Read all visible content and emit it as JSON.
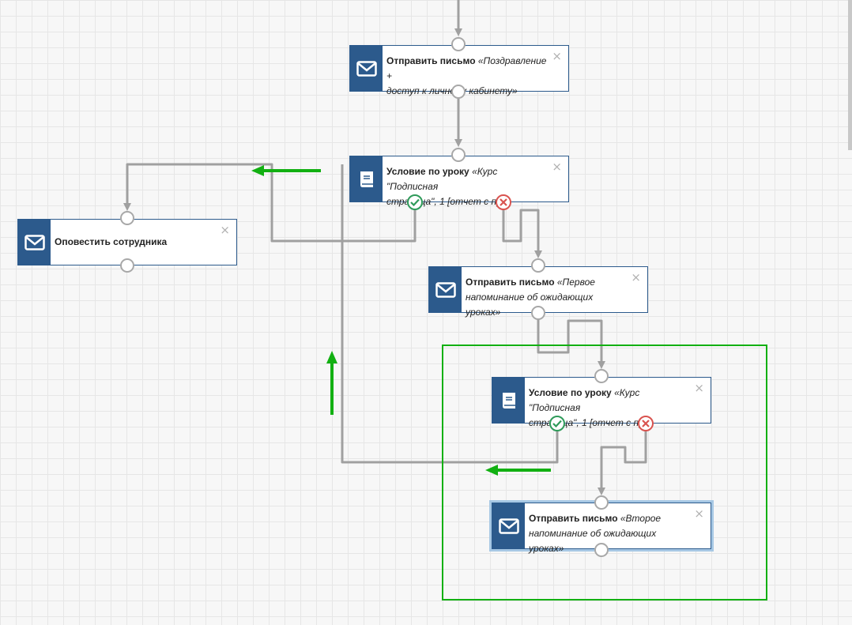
{
  "nodes": [
    {
      "id": "email-1",
      "title": "Отправить письмо",
      "subtitle_line1": "«Поздравление +",
      "subtitle_line2": "доступ к личному кабинету»",
      "icon": "envelope-icon"
    },
    {
      "id": "condition-1",
      "title": "Условие по уроку",
      "subtitle_line1": "«Курс \"Подписная",
      "subtitle_line2": "страница\", 1 [отчет с пр»",
      "icon": "book-icon"
    },
    {
      "id": "notify",
      "title": "Оповестить сотрудника",
      "subtitle_line1": "",
      "subtitle_line2": "",
      "icon": "envelope-icon"
    },
    {
      "id": "email-2",
      "title": "Отправить письмо",
      "subtitle_line1": "«Первое",
      "subtitle_line2": "напоминание об ожидающих уроках»",
      "icon": "envelope-icon"
    },
    {
      "id": "condition-2",
      "title": "Условие по уроку",
      "subtitle_line1": "«Курс \"Подписная",
      "subtitle_line2": "страница\", 1 [отчет с пр»",
      "icon": "book-icon"
    },
    {
      "id": "email-3",
      "title": "Отправить письмо",
      "subtitle_line1": "«Второе",
      "subtitle_line2": "напоминание об ожидающих уроках»",
      "icon": "envelope-icon"
    }
  ],
  "close_glyph": "×",
  "colors": {
    "node_accent": "#2c5a8c",
    "connector": "#a0a0a0",
    "annotation": "#12b012",
    "yes_port": "#2f9b5a",
    "no_port": "#d9534f",
    "selected_outline": "#a7c8e4"
  }
}
